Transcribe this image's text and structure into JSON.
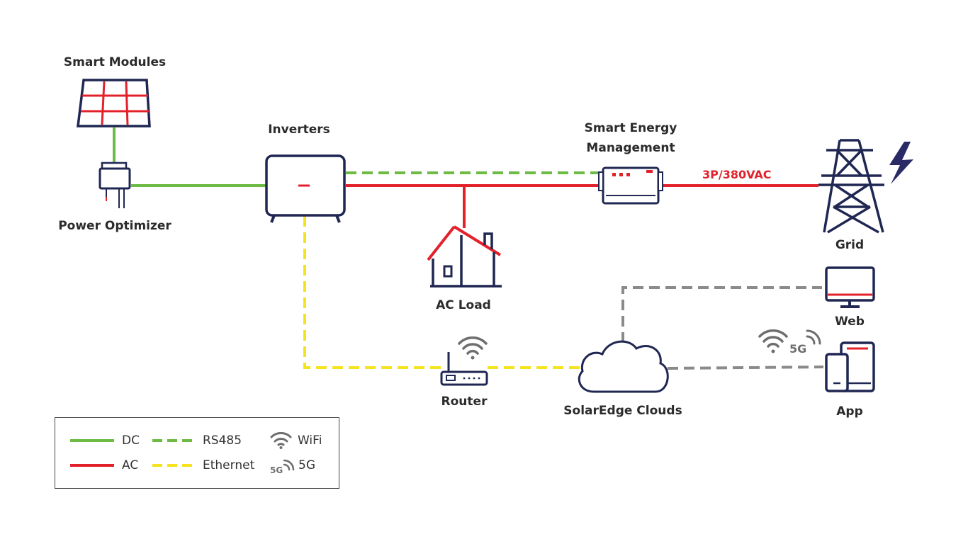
{
  "nodes": {
    "smart_modules": "Smart Modules",
    "power_optimizer": "Power Optimizer",
    "inverters": "Inverters",
    "smart_energy_management": [
      "Smart Energy",
      "Management"
    ],
    "ac_load": "AC Load",
    "grid": "Grid",
    "router": "Router",
    "solaredge_clouds": "SolarEdge Clouds",
    "web": "Web",
    "app": "App"
  },
  "edge_labels": {
    "grid_line": "3P/380VAC",
    "app_5g": "5G"
  },
  "legend": {
    "dc": "DC",
    "ac": "AC",
    "rs485": "RS485",
    "ethernet": "Ethernet",
    "wifi": "WiFi",
    "fiveg": "5G",
    "fiveg_icon_text": "5G"
  },
  "colors": {
    "dc": "#6dbb45",
    "ac": "#e3212b",
    "rs485": "#6dbb45",
    "ethernet": "#f5e31d",
    "cloud_link": "#8a8a8a",
    "device_outline": "#1f2752",
    "accent_red": "#e3212b",
    "wireless_gray": "#6e6e6e"
  }
}
